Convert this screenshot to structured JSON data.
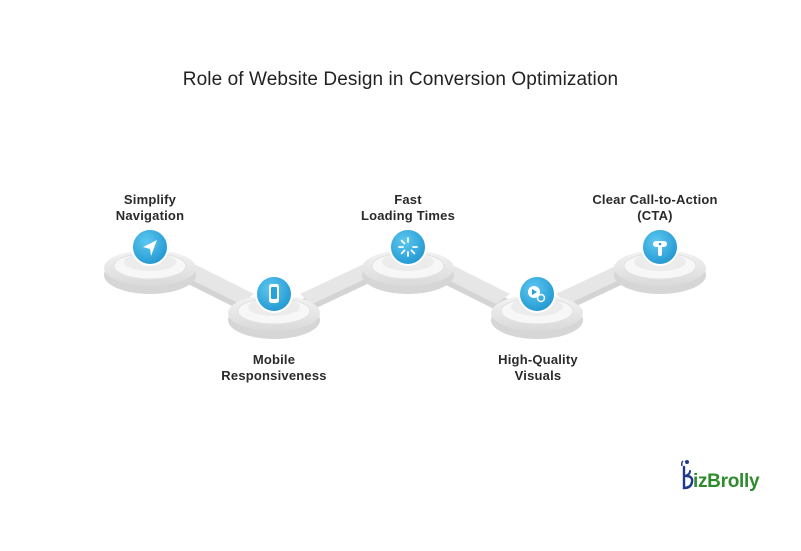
{
  "title": "Role of Website Design in Conversion Optimization",
  "colors": {
    "accent": "#2aa9e0",
    "platform": "#e8e8e8",
    "connector": "#cfcfcf",
    "brand": "#2e8b2e",
    "brand_dark": "#1f3a8a"
  },
  "steps": [
    {
      "line1": "Simplify",
      "line2": "Navigation",
      "icon": "navigation-arrow-icon"
    },
    {
      "line1": "Mobile",
      "line2": "Responsiveness",
      "icon": "mobile-phone-icon"
    },
    {
      "line1": "Fast",
      "line2": "Loading Times",
      "icon": "loading-spinner-icon"
    },
    {
      "line1": "High-Quality",
      "line2": "Visuals",
      "icon": "image-visuals-icon"
    },
    {
      "line1": "Clear Call-to-Action",
      "line2": "(CTA)",
      "icon": "click-cta-icon"
    }
  ],
  "logo": {
    "text": "izBrolly",
    "icon": "bizbrolly-logo-icon"
  }
}
